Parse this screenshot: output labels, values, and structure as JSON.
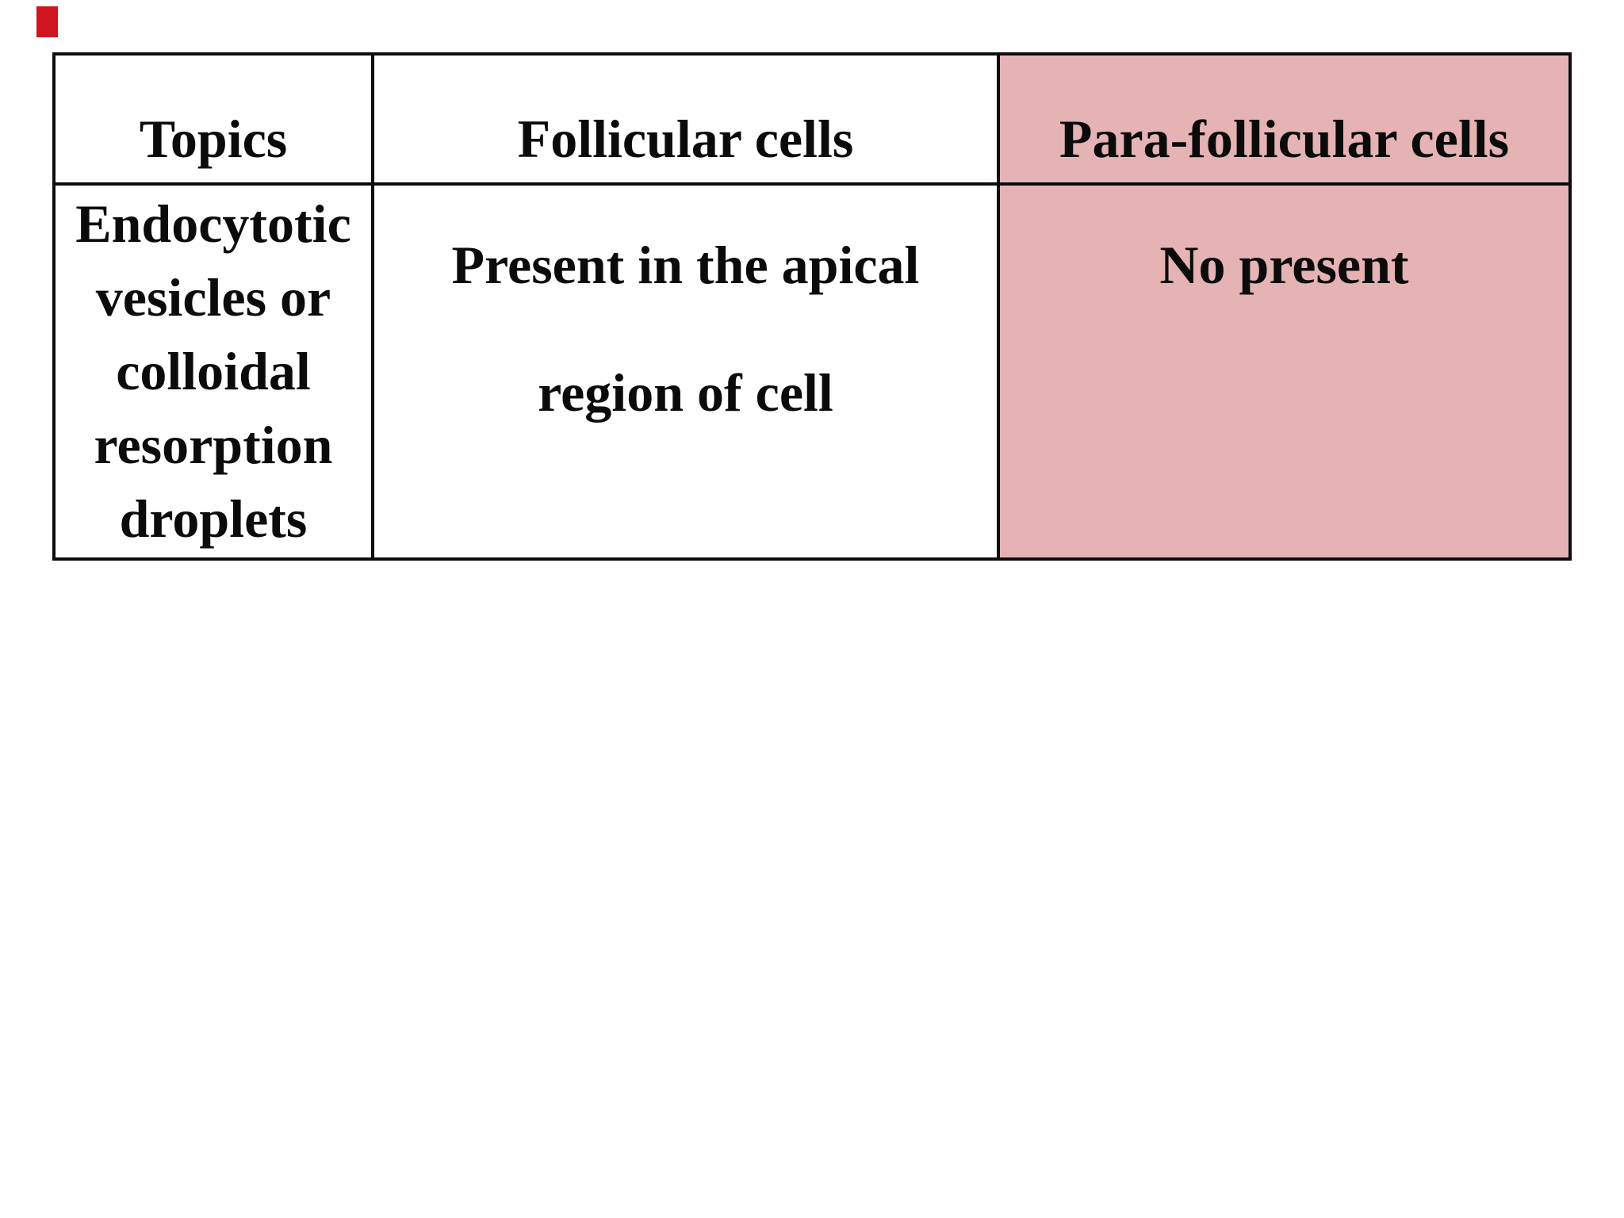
{
  "page": {
    "background": "#ffffff"
  },
  "decorations": {
    "red_marker_color": "#d01420"
  },
  "table": {
    "border_color": "#0c0c0c",
    "text_color": "#0b0b0b",
    "highlight_color": "#e6b3b5",
    "columns": [
      "Topics",
      "Follicular cells",
      "Para-follicular cells"
    ],
    "rows": [
      {
        "topic_lines": [
          "Endocytotic",
          "vesicles or",
          "colloidal",
          "resorption",
          "droplets"
        ],
        "follicular_lines": [
          "Present in the apical",
          "region of cell"
        ],
        "parafollicular_lines": [
          "No present"
        ]
      }
    ]
  }
}
